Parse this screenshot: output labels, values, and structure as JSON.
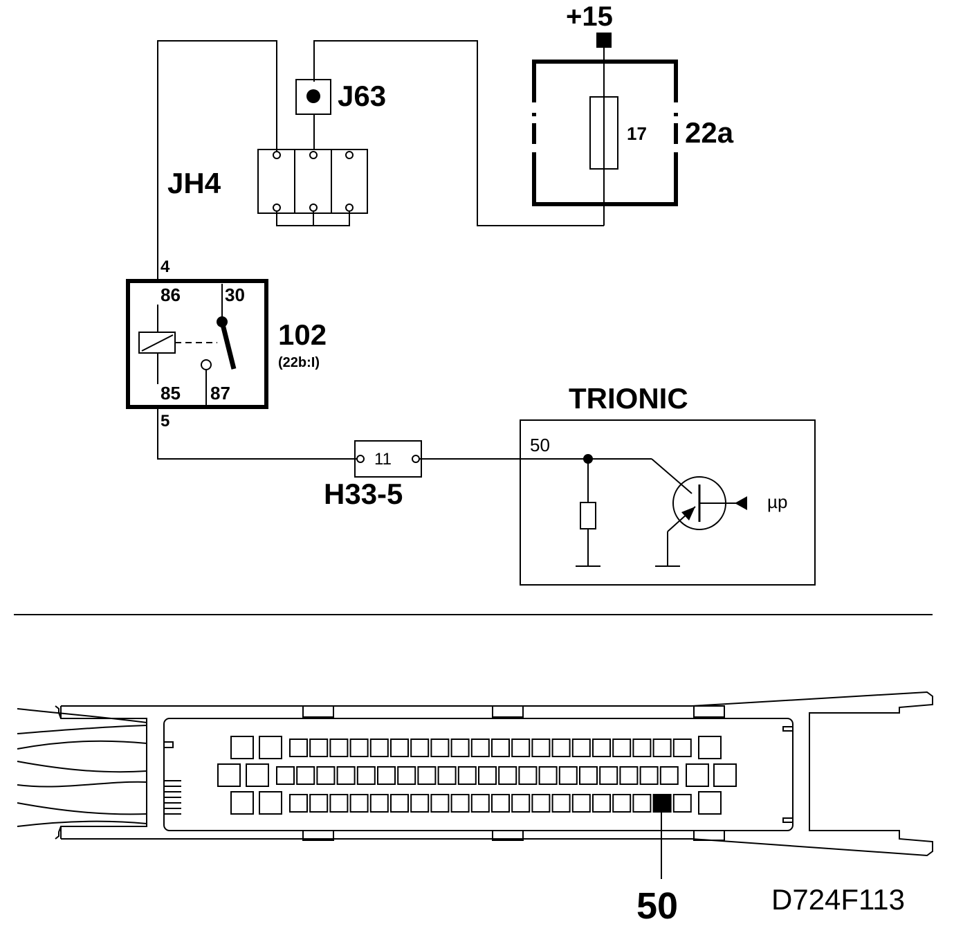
{
  "supply": {
    "label": "+15"
  },
  "fusebox": {
    "label": "22a",
    "fuse_number": "17"
  },
  "junction_j63": {
    "label": "J63"
  },
  "junction_jh4": {
    "label": "JH4"
  },
  "relay": {
    "label": "102",
    "sublabel": "(22b:I)",
    "pins": {
      "p86": "86",
      "p30": "30",
      "p85": "85",
      "p87": "87"
    },
    "wire_top": "4",
    "wire_bottom": "5"
  },
  "connector_h33": {
    "label": "H33-5",
    "pin": "11"
  },
  "ecu": {
    "label": "TRIONIC",
    "pin": "50",
    "input": "µp"
  },
  "connector_view": {
    "pin_callout": "50"
  },
  "figure_code": "D724F113"
}
